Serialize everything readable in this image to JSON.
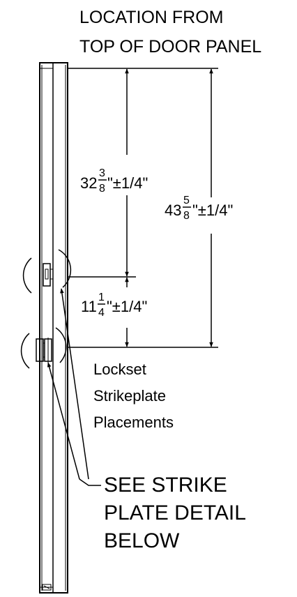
{
  "header": {
    "line1": "LOCATION FROM",
    "line2": "TOP OF DOOR PANEL"
  },
  "dimensions": {
    "upper": {
      "whole": "32",
      "num": "3",
      "den": "8",
      "tol": "\"±1/4\""
    },
    "total": {
      "whole": "43",
      "num": "5",
      "den": "8",
      "tol": "\"±1/4\""
    },
    "lower": {
      "whole": "11",
      "num": "1",
      "den": "4",
      "tol": "\"±1/4\""
    }
  },
  "note_placements": {
    "line1": "Lockset",
    "line2": "Strikeplate",
    "line3": "Placements"
  },
  "note_detail": {
    "line1": "SEE STRIKE",
    "line2": "PLATE DETAIL",
    "line3": "BELOW"
  }
}
